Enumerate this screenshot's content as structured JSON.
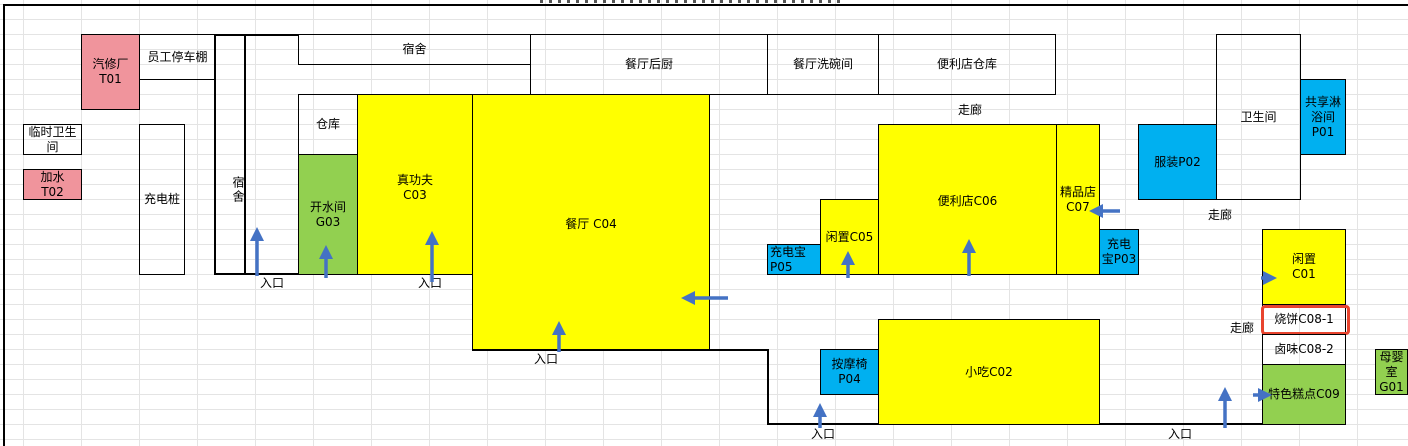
{
  "colors": {
    "pink": "#f0949c",
    "yellow": "#ffff00",
    "green": "#92d050",
    "blue": "#00b0f0",
    "arrow": "#4472c4",
    "highlight": "#e8442e"
  },
  "rooms": {
    "qixiuchang": "汽修厂\nT01",
    "yuangong_tingche": "员工停车棚",
    "linshi_wc": "临时卫生\n间",
    "jiashui": "加水\nT02",
    "chongdianzhuang": "充电桩",
    "sushe_v": "宿舍",
    "sushe_top": "宿舍",
    "cangku": "仓库",
    "kaishuijian": "开水间\nG03",
    "zhengongfu": "真功夫\nC03",
    "canting_houchu": "餐厅后厨",
    "canting": "餐厅 C04",
    "canting_xiwan": "餐厅洗碗间",
    "bianlidian_cangku": "便利店仓库",
    "zoulang_top": "走廊",
    "bianlidian": "便利店C06",
    "jingpindian": "精品店\nC07",
    "xianzhi_c05": "闲置C05",
    "chongdianbao_p05": "充电宝\nP05",
    "chongdianbao_p03": "充电\n宝P03",
    "anmoyi": "按摩椅\nP04",
    "xiaochi": "小吃C02",
    "fuzhuang": "服装P02",
    "weishengjian": "卫生间",
    "gongxiang_linyu": "共享淋\n浴间\nP01",
    "zoulang_right": "走廊",
    "xianzhi_c01": "闲置\nC01",
    "shaobing": "烧饼C08-1",
    "luwei": "卤味C08-2",
    "tese_gaodian": "特色糕点C09",
    "zoulang_mid": "走廊",
    "muying": "母婴\n室\nG01"
  },
  "entrances": [
    "入口",
    "入口",
    "入口",
    "入口",
    "入口"
  ]
}
